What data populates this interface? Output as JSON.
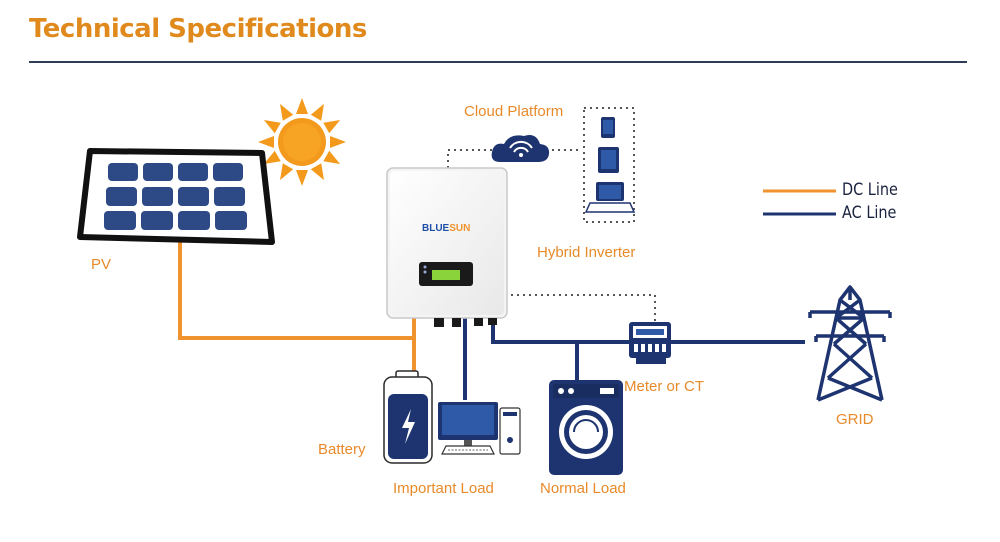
{
  "header": {
    "title": "Technical Specifications"
  },
  "labels": {
    "pv": "PV",
    "cloud": "Cloud Platform",
    "inverter": "Hybrid Inverter",
    "battery": "Battery",
    "important_load": "Important Load",
    "normal_load": "Normal Load",
    "meter": "Meter or CT",
    "grid": "GRID"
  },
  "legend": {
    "dc": "DC Line",
    "ac": "AC Line"
  },
  "inverter_brand": {
    "part1": "BLUE",
    "part2": "SUN"
  },
  "colors": {
    "title": "#e08a1e",
    "dc_line": "#f0922e",
    "ac_line": "#1e3470",
    "label": "#e88a2a",
    "navy": "#1e3470"
  },
  "icons": [
    "sun-icon",
    "solar-panel-icon",
    "cloud-wifi-icon",
    "tablet-icon",
    "phone-icon",
    "laptop-icon",
    "battery-icon",
    "computer-icon",
    "washing-machine-icon",
    "meter-icon",
    "pylon-icon"
  ]
}
